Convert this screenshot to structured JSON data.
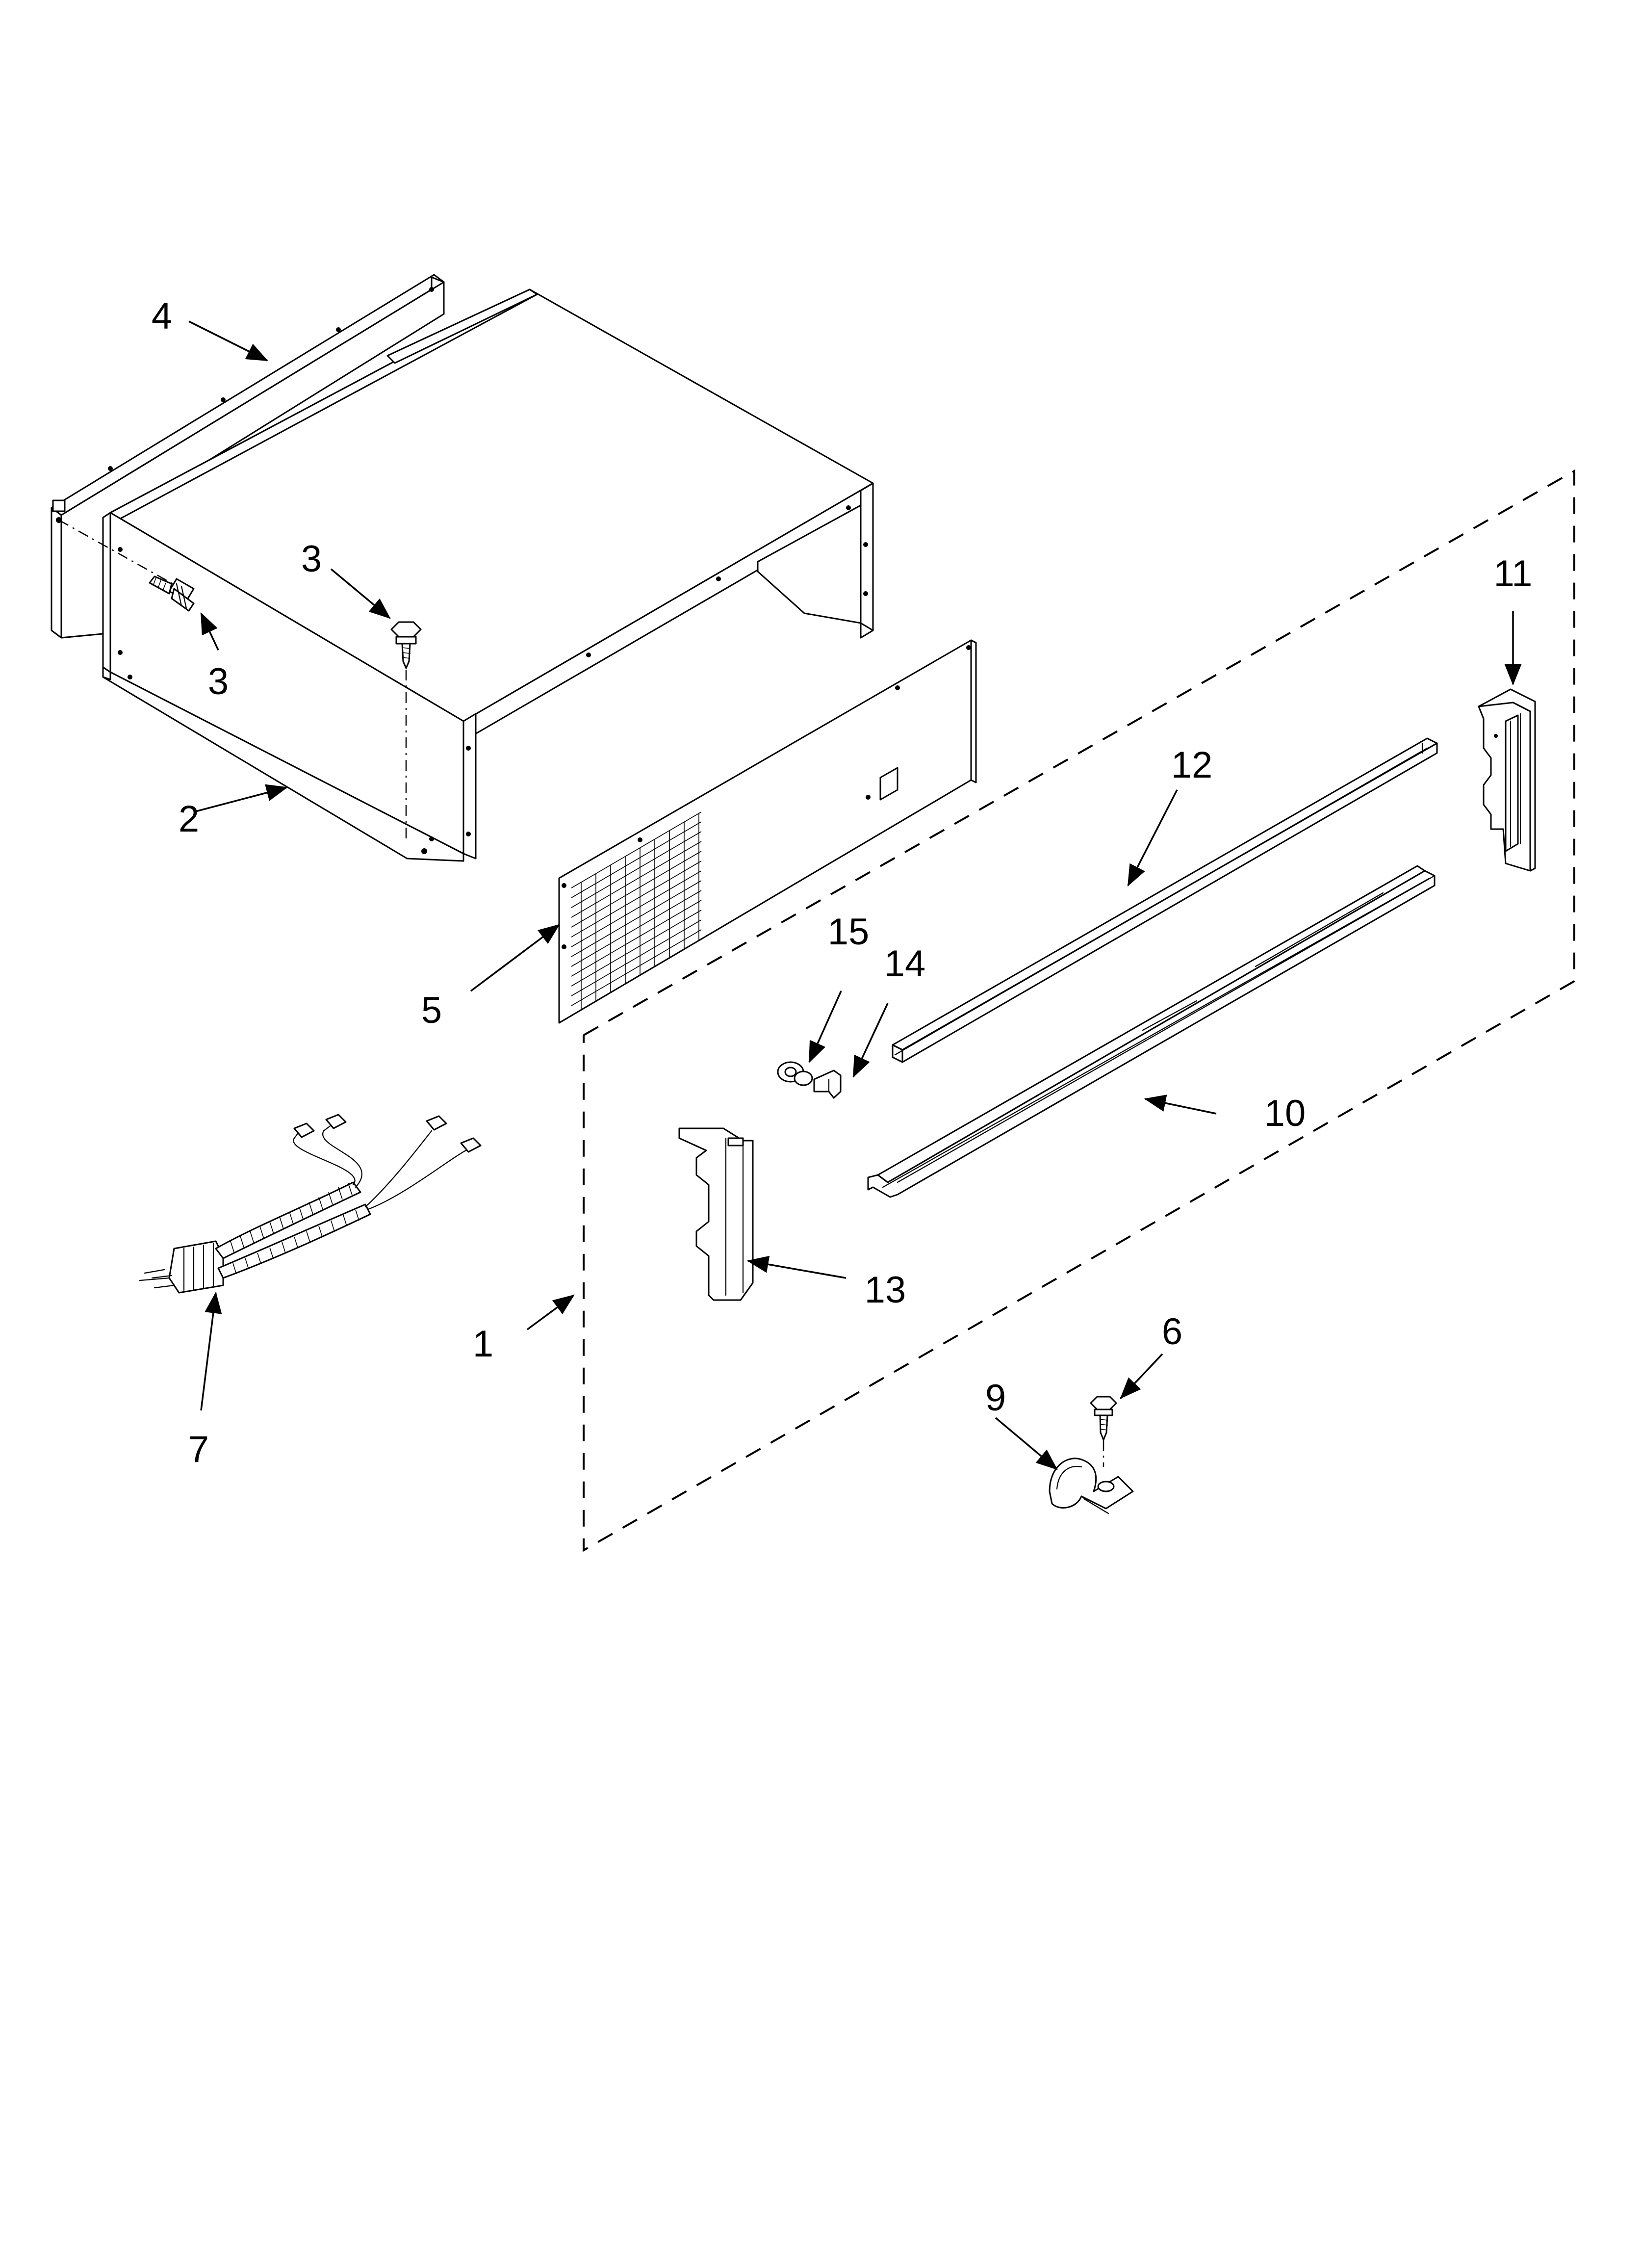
{
  "diagram": {
    "callouts": {
      "c1": "1",
      "c2": "2",
      "c3a": "3",
      "c3b": "3",
      "c4": "4",
      "c5": "5",
      "c6": "6",
      "c7": "7",
      "c9": "9",
      "c10": "10",
      "c11": "11",
      "c12": "12",
      "c13": "13",
      "c14": "14",
      "c15": "15"
    },
    "colors": {
      "ink": "#000000",
      "paper": "#ffffff"
    }
  }
}
